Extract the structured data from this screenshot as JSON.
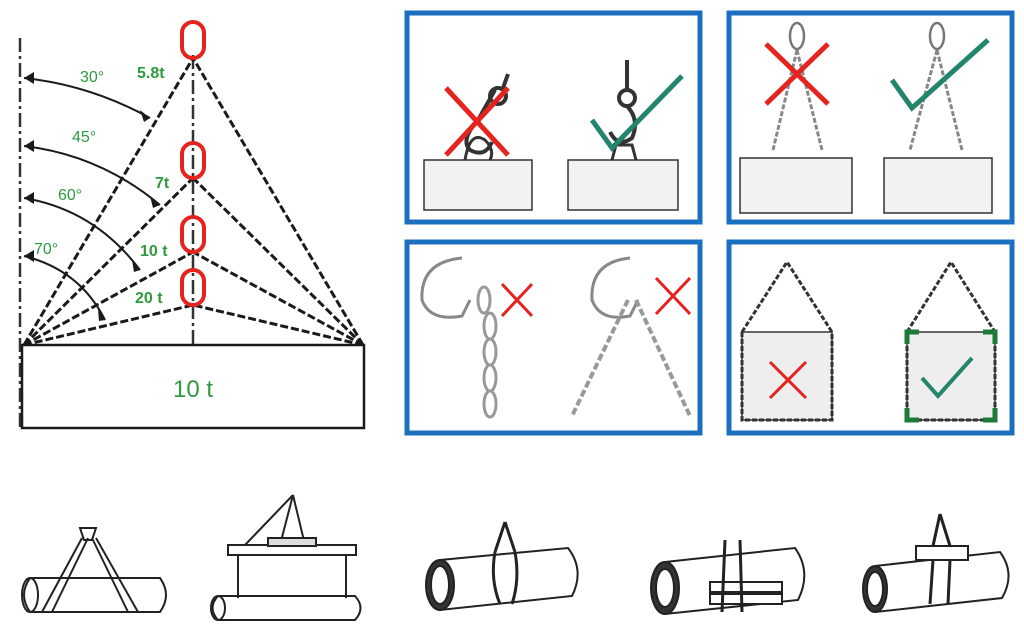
{
  "angle_diagram": {
    "angles": [
      {
        "angle": "30°",
        "capacity": "5.8t"
      },
      {
        "angle": "45°",
        "capacity": "7t"
      },
      {
        "angle": "60°",
        "capacity": "10 t"
      },
      {
        "angle": "70°",
        "capacity": "20 t"
      }
    ],
    "load_label": "10 t"
  },
  "colors": {
    "green_label": "#2e9a3e",
    "ring_red": "#e5231f",
    "cross_red": "#e5231f",
    "check_green": "#23856b",
    "panel_border": "#1b6fbf",
    "line_black": "#1a1a1a"
  },
  "panels": [
    {
      "id": "hook-on-load",
      "verdict": [
        "wrong",
        "right"
      ]
    },
    {
      "id": "chain-angle-on-load",
      "verdict": [
        "wrong",
        "right"
      ]
    },
    {
      "id": "hook-in-chain-link",
      "verdict": [
        "wrong",
        "wrong"
      ]
    },
    {
      "id": "corner-protection",
      "verdict": [
        "wrong",
        "right"
      ]
    }
  ],
  "slinging_methods": [
    {
      "id": "two-leg-around-pipe"
    },
    {
      "id": "spreader-beam-pipe"
    },
    {
      "id": "choke-hitch-pipe"
    },
    {
      "id": "basket-hitch-with-pads"
    },
    {
      "id": "single-with-block"
    }
  ]
}
